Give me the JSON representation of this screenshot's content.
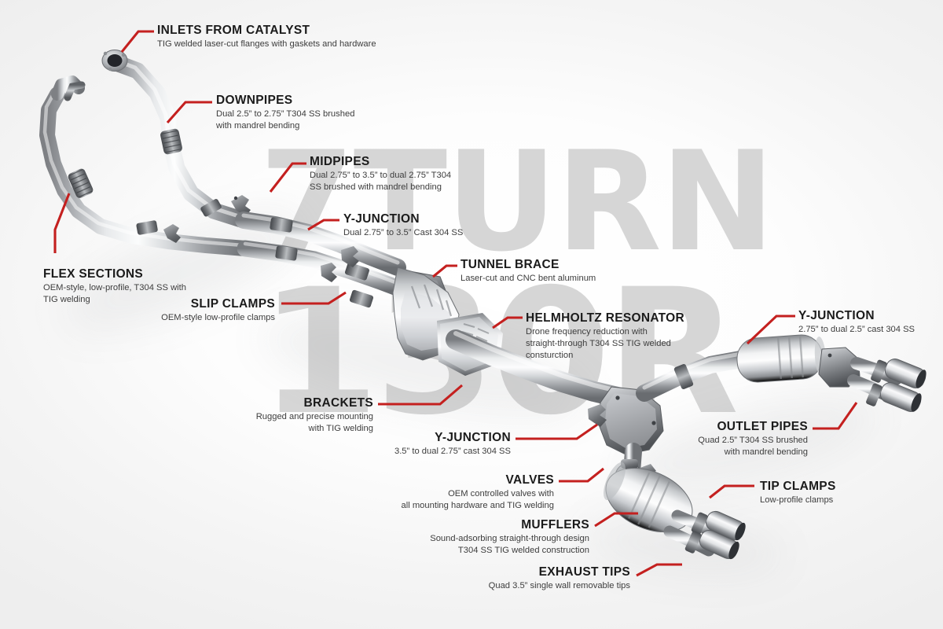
{
  "page": {
    "title": "Exhaust System Component Diagram",
    "accent_color": "#c4201f",
    "title_color": "#1b1b1b",
    "desc_color": "#3d3d3d",
    "background_color": "#ffffff"
  },
  "watermark": {
    "line1": "7TURN",
    "line2": "130R",
    "color": "#d6d6d6"
  },
  "callouts": [
    {
      "id": "inlets-from-catalyst",
      "title": "INLETS FROM CATALYST",
      "desc": "TIG welded laser-cut flanges with gaskets and hardware"
    },
    {
      "id": "downpipes",
      "title": "DOWNPIPES",
      "desc": "Dual 2.5” to 2.75” T304 SS brushed\nwith mandrel bending"
    },
    {
      "id": "midpipes",
      "title": "MIDPIPES",
      "desc": "Dual 2.75” to 3.5” to dual 2.75” T304\nSS brushed with mandrel bending"
    },
    {
      "id": "y-junction-top",
      "title": "Y-JUNCTION",
      "desc": "Dual 2.75” to 3.5” Cast 304 SS"
    },
    {
      "id": "tunnel-brace",
      "title": "TUNNEL BRACE",
      "desc": "Laser-cut and CNC bent aluminum"
    },
    {
      "id": "flex-sections",
      "title": "FLEX SECTIONS",
      "desc": "OEM-style, low-profile, T304 SS with\nTIG welding"
    },
    {
      "id": "slip-clamps",
      "title": "SLIP CLAMPS",
      "desc": "OEM-style low-profile clamps"
    },
    {
      "id": "helmholtz-resonator",
      "title": "HELMHOLTZ RESONATOR",
      "desc": "Drone frequency reduction with\nstraight-through T304 SS TIG welded\nconsturction"
    },
    {
      "id": "y-junction-right",
      "title": "Y-JUNCTION",
      "desc": "2.75” to dual 2.5” cast 304 SS"
    },
    {
      "id": "brackets",
      "title": "BRACKETS",
      "desc": "Rugged and precise mounting\nwith TIG welding"
    },
    {
      "id": "y-junction-bottom",
      "title": "Y-JUNCTION",
      "desc": "3.5” to dual 2.75” cast 304 SS"
    },
    {
      "id": "outlet-pipes",
      "title": "OUTLET PIPES",
      "desc": "Quad 2.5” T304 SS brushed\nwith mandrel bending"
    },
    {
      "id": "valves",
      "title": "VALVES",
      "desc": "OEM controlled valves with\nall mounting hardware and TIG welding"
    },
    {
      "id": "tip-clamps",
      "title": "TIP CLAMPS",
      "desc": "Low-profile clamps"
    },
    {
      "id": "mufflers",
      "title": "MUFFLERS",
      "desc": "Sound-adsorbing straight-through design\nT304 SS TIG welded construction"
    },
    {
      "id": "exhaust-tips",
      "title": "EXHAUST TIPS",
      "desc": "Quad 3.5” single wall removable tips"
    }
  ]
}
